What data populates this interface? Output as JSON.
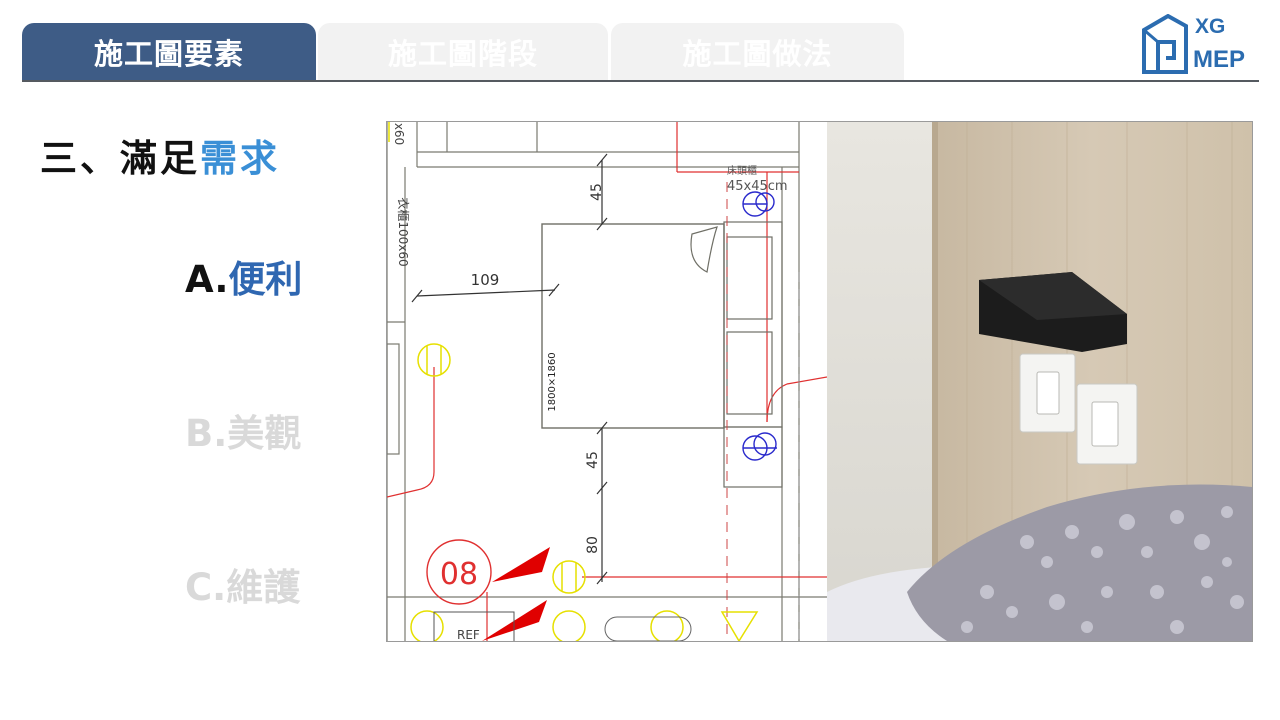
{
  "tabs": [
    {
      "label": "施工圖要素",
      "active": true
    },
    {
      "label": "施工圖階段",
      "active": false
    },
    {
      "label": "施工圖做法",
      "active": false
    }
  ],
  "logo": {
    "line1": "XG",
    "line2": "MEP",
    "color": "#2b6cb0"
  },
  "heading": {
    "prefix": "三、滿足",
    "highlight": "需求"
  },
  "items": [
    {
      "prefix": "A.",
      "label": "便利",
      "active": true
    },
    {
      "prefix": "B.",
      "label": "美觀",
      "active": false
    },
    {
      "prefix": "C.",
      "label": "維護",
      "active": false
    }
  ],
  "drawing": {
    "dimensions": [
      "45",
      "109",
      "45",
      "80"
    ],
    "left_label": "衣櫃100x60",
    "bed_label": "1800×1860",
    "bedside_label": "床頭櫃",
    "bedside_dim": "45x45cm",
    "tag": "08",
    "ref_label": "REF",
    "top_left_fragment": "x60"
  },
  "colors": {
    "tab_active": "#3e5c86",
    "tab_idle": "#f2f2f2",
    "highlight_blue": "#3a8fd6",
    "item_blue": "#2f67b1",
    "inactive_gray": "#d9d9d9"
  }
}
